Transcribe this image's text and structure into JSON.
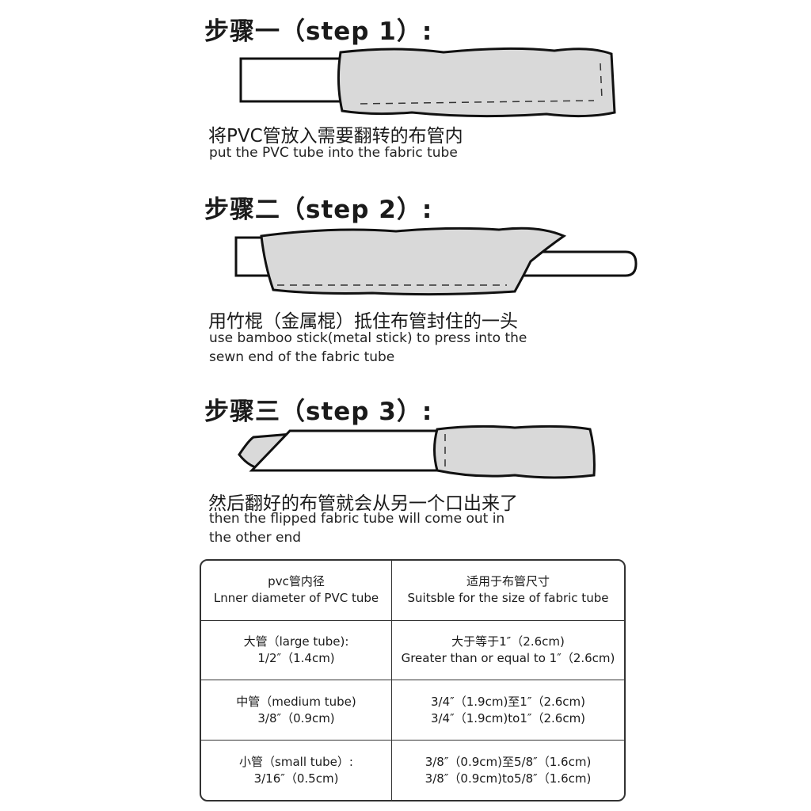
{
  "steps": [
    {
      "title": "步骤一（step 1）:",
      "cn": "将PVC管放入需要翻转的布管内",
      "en_lines": [
        "put the PVC tube into the fabric tube"
      ]
    },
    {
      "title": "步骤二（step 2）:",
      "cn": "用竹棍（金属棍）抵住布管封住的一头",
      "en_lines": [
        "use bamboo stick(metal stick) to press into the",
        "sewn end of the fabric tube"
      ]
    },
    {
      "title": "步骤三（step 3）:",
      "cn": "然后翻好的布管就会从另一个口出来了",
      "en_lines": [
        "then the flipped  fabric tube will come out in",
        "the other end"
      ]
    }
  ],
  "table": {
    "header": {
      "left": [
        "pvc管内径",
        "Lnner diameter of PVC tube"
      ],
      "right": [
        "适用于布管尺寸",
        "Suitsble for the size of fabric tube"
      ]
    },
    "rows": [
      {
        "left": [
          "大管（large tube):",
          "1/2″（1.4cm)"
        ],
        "right": [
          "大于等于1″（2.6cm)",
          "Greater than or equal to 1″（2.6cm)"
        ]
      },
      {
        "left": [
          "中管（medium tube)",
          "3/8″（0.9cm)"
        ],
        "right": [
          "3/4″（1.9cm)至1″（2.6cm)",
          "3/4″（1.9cm)to1″（2.6cm)"
        ]
      },
      {
        "left": [
          "小管（small tube）:",
          "3/16″（0.5cm)"
        ],
        "right": [
          "3/8″（0.9cm)至5/8″（1.6cm)",
          "3/8″（0.9cm)to5/8″（1.6cm)"
        ]
      }
    ]
  },
  "colors": {
    "fabric": "#d9d9d9",
    "outline": "#111111",
    "tube": "#ffffff"
  }
}
